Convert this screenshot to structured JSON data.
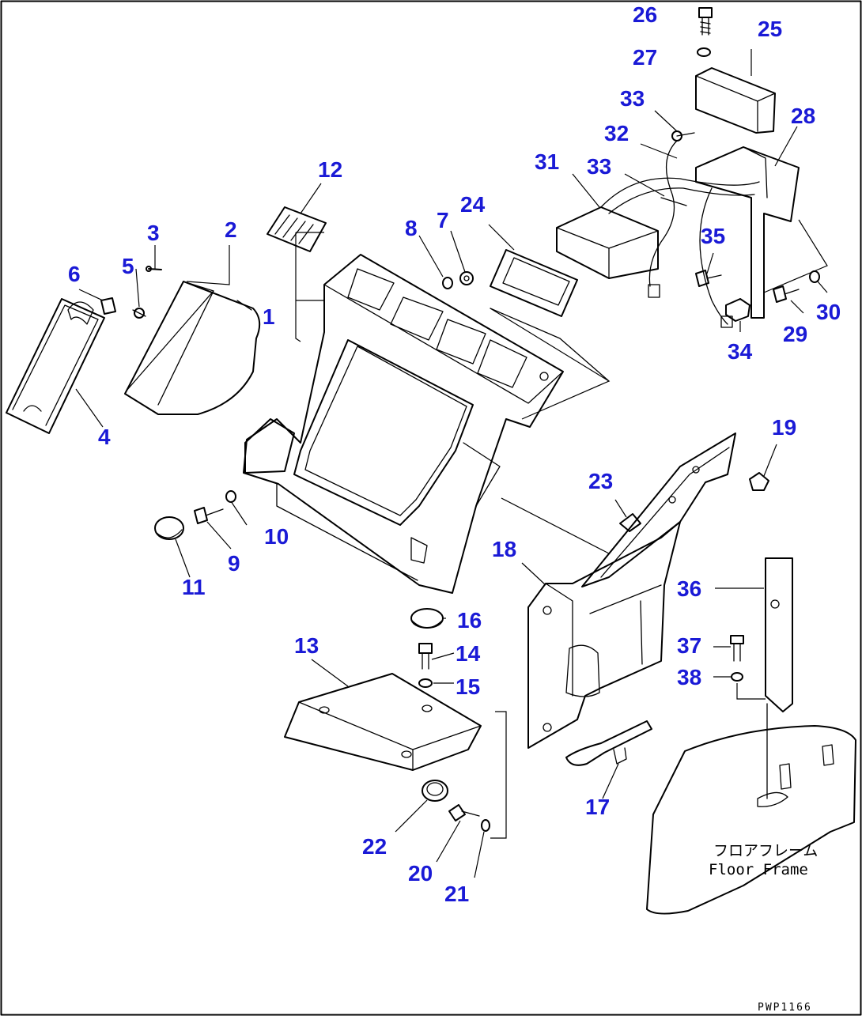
{
  "colors": {
    "label": "#1a1ad6",
    "ink": "#000000",
    "background": "#ffffff"
  },
  "floor_frame": {
    "text_jp": "フロアフレーム",
    "text_en": "Floor Frame"
  },
  "drawing_code": "PWP1166",
  "parts": [
    {
      "id": "1",
      "label": "1"
    },
    {
      "id": "2",
      "label": "2"
    },
    {
      "id": "3",
      "label": "3"
    },
    {
      "id": "4",
      "label": "4"
    },
    {
      "id": "5",
      "label": "5"
    },
    {
      "id": "6",
      "label": "6"
    },
    {
      "id": "7",
      "label": "7"
    },
    {
      "id": "8",
      "label": "8"
    },
    {
      "id": "9",
      "label": "9"
    },
    {
      "id": "10",
      "label": "10"
    },
    {
      "id": "11",
      "label": "11"
    },
    {
      "id": "12",
      "label": "12"
    },
    {
      "id": "13",
      "label": "13"
    },
    {
      "id": "14",
      "label": "14"
    },
    {
      "id": "15",
      "label": "15"
    },
    {
      "id": "16",
      "label": "16"
    },
    {
      "id": "17",
      "label": "17"
    },
    {
      "id": "18",
      "label": "18"
    },
    {
      "id": "19",
      "label": "19"
    },
    {
      "id": "20",
      "label": "20"
    },
    {
      "id": "21",
      "label": "21"
    },
    {
      "id": "22",
      "label": "22"
    },
    {
      "id": "23",
      "label": "23"
    },
    {
      "id": "24",
      "label": "24"
    },
    {
      "id": "25",
      "label": "25"
    },
    {
      "id": "26",
      "label": "26"
    },
    {
      "id": "27",
      "label": "27"
    },
    {
      "id": "28",
      "label": "28"
    },
    {
      "id": "29",
      "label": "29"
    },
    {
      "id": "30",
      "label": "30"
    },
    {
      "id": "31",
      "label": "31"
    },
    {
      "id": "32",
      "label": "32"
    },
    {
      "id": "33a",
      "label": "33"
    },
    {
      "id": "33b",
      "label": "33"
    },
    {
      "id": "34",
      "label": "34"
    },
    {
      "id": "35",
      "label": "35"
    },
    {
      "id": "36",
      "label": "36"
    },
    {
      "id": "37",
      "label": "37"
    },
    {
      "id": "38",
      "label": "38"
    }
  ]
}
